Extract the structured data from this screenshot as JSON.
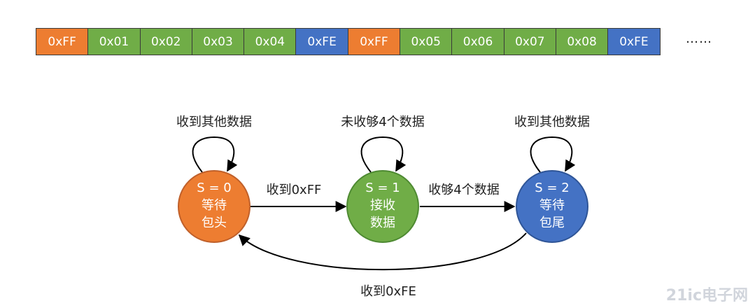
{
  "colors": {
    "header": "#ED7D31",
    "data": "#70AD47",
    "tail": "#4472C4",
    "header_stroke": "#C0602A",
    "data_stroke": "#4E8A32",
    "tail_stroke": "#2F5597",
    "arrow": "#000000"
  },
  "byte_stream": {
    "cells": [
      {
        "text": "0xFF",
        "kind": "header"
      },
      {
        "text": "0x01",
        "kind": "data"
      },
      {
        "text": "0x02",
        "kind": "data"
      },
      {
        "text": "0x03",
        "kind": "data"
      },
      {
        "text": "0x04",
        "kind": "data"
      },
      {
        "text": "0xFE",
        "kind": "tail"
      },
      {
        "text": "0xFF",
        "kind": "header"
      },
      {
        "text": "0x05",
        "kind": "data"
      },
      {
        "text": "0x06",
        "kind": "data"
      },
      {
        "text": "0x07",
        "kind": "data"
      },
      {
        "text": "0x08",
        "kind": "data"
      },
      {
        "text": "0xFE",
        "kind": "tail"
      }
    ],
    "ellipsis": "……"
  },
  "states": [
    {
      "line1": "S = 0",
      "line2": "等待",
      "line3": "包头",
      "kind": "header",
      "self_loop_label": "收到其他数据"
    },
    {
      "line1": "S = 1",
      "line2": "接收",
      "line3": "数据",
      "kind": "data",
      "self_loop_label": "未收够4个数据"
    },
    {
      "line1": "S = 2",
      "line2": "等待",
      "line3": "包尾",
      "kind": "tail",
      "self_loop_label": "收到其他数据"
    }
  ],
  "transitions": {
    "s0_to_s1": "收到0xFF",
    "s1_to_s2": "收够4个数据",
    "s2_to_s0": "收到0xFE"
  },
  "watermark": "21ic电子网"
}
